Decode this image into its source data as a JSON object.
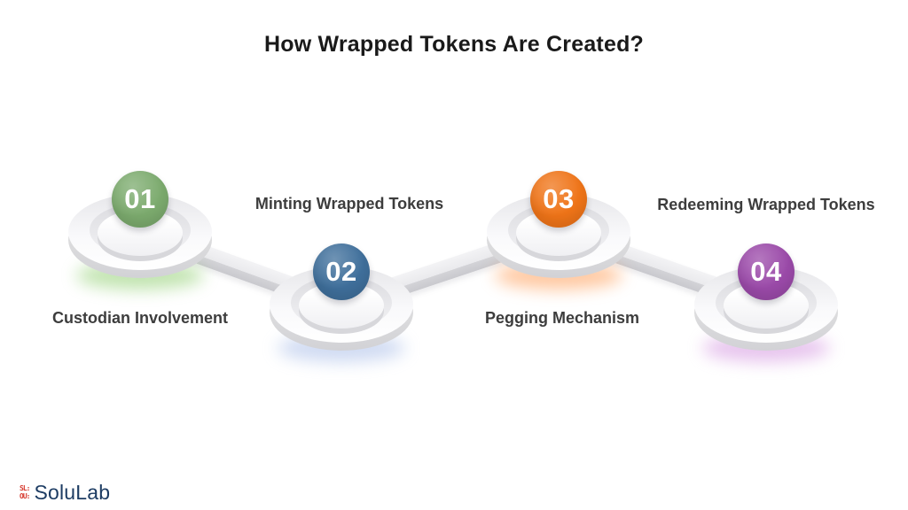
{
  "title": "How Wrapped Tokens Are Created?",
  "steps": [
    {
      "number": "01",
      "label": "Custodian Involvement",
      "color": "#7cab6e",
      "glow": "#8fce6f",
      "label_position": "below"
    },
    {
      "number": "02",
      "label": "Minting Wrapped Tokens",
      "color": "#3f6f9b",
      "glow": "#a9bde8",
      "label_position": "above"
    },
    {
      "number": "03",
      "label": "Pegging Mechanism",
      "color": "#ef7418",
      "glow": "#ff9c55",
      "label_position": "below"
    },
    {
      "number": "04",
      "label": "Redeeming Wrapped Tokens",
      "color": "#9b4aa9",
      "glow": "#d495e0",
      "label_position": "above"
    }
  ],
  "footer": {
    "brand": "SoluLab",
    "logo_mark_top": "SL:",
    "logo_mark_bottom": "OU:",
    "brand_color": "#1d3c63",
    "logo_color": "#d63a2f"
  }
}
